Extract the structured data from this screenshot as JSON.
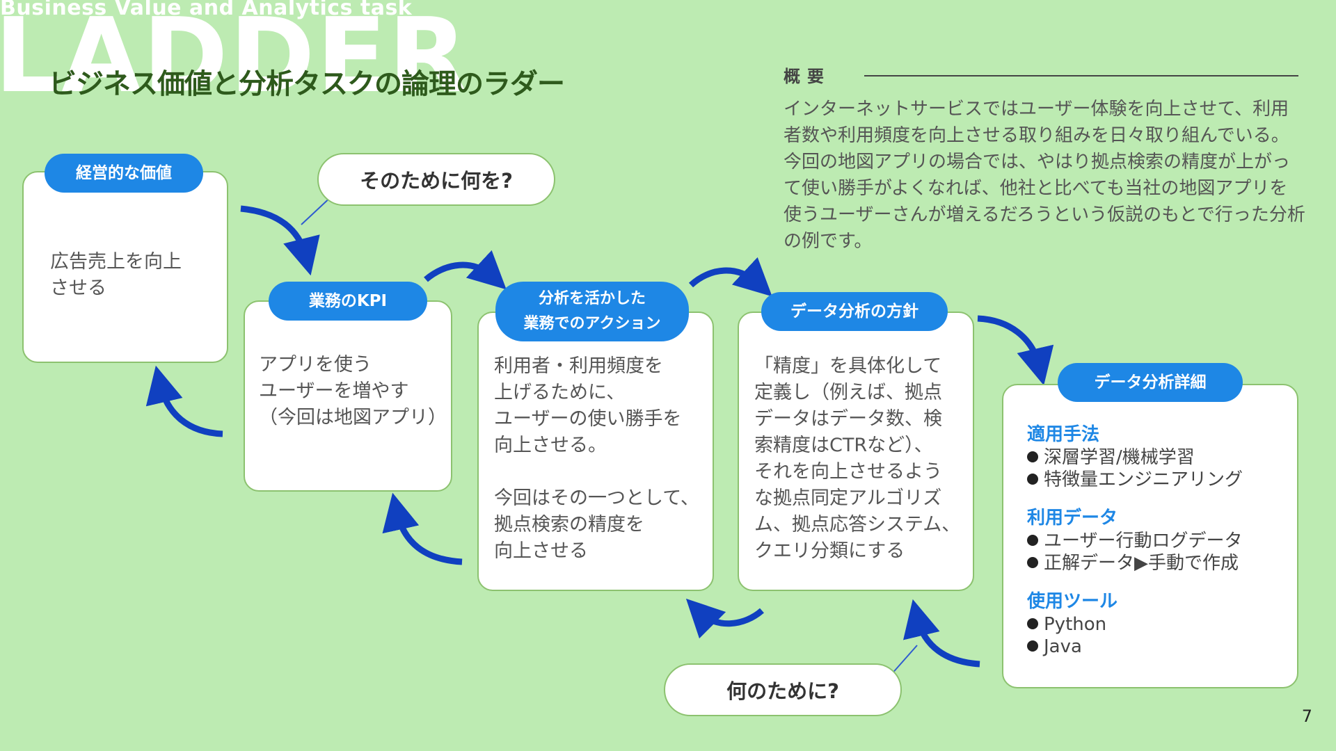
{
  "watermark": {
    "subtitle": "Business Value and Analytics task",
    "big": "LADDER"
  },
  "title": "ビジネス価値と分析タスクの論理のラダー",
  "overview": {
    "heading": "概要",
    "body": "インターネットサービスではユーザー体験を向上させて、利用者数や利用頻度を向上させる取り組みを日々取り組んでいる。今回の地図アプリの場合では、やはり拠点検索の精度が上がって使い勝手がよくなれば、他社と比べても当社の地図アプリを使うユーザーさんが増えるだろうという仮説のもとで行った分析の例です。"
  },
  "cards": {
    "value": {
      "label": "経営的な価値",
      "text": "広告売上を向上\nさせる"
    },
    "kpi": {
      "label": "業務のKPI",
      "text": "アプリを使う\nユーザーを増やす\n（今回は地図アプリ）"
    },
    "action": {
      "label": "分析を活かした\n業務でのアクション",
      "text": "利用者・利用頻度を\n上げるために、\nユーザーの使い勝手を\n向上させる。\n\n今回はその一つとして、\n拠点検索の精度を\n向上させる"
    },
    "policy": {
      "label": "データ分析の方針",
      "text": "「精度」を具体化して\n定義し（例えば、拠点\nデータはデータ数、検\n索精度はCTRなど）、\nそれを向上させるよう\nな拠点同定アルゴリズ\nム、拠点応答システム、\nクエリ分類にする"
    },
    "detail": {
      "label": "データ分析詳細",
      "sections": [
        {
          "heading": "適用手法",
          "items": [
            "深層学習/機械学習",
            "特徴量エンジニアリング"
          ]
        },
        {
          "heading": "利用データ",
          "items": [
            "ユーザー行動ログデータ",
            "正解データ▶手動で作成"
          ]
        },
        {
          "heading": "使用ツール",
          "items": [
            "Python",
            "Java"
          ]
        }
      ]
    }
  },
  "bubbles": {
    "top": "そのために何を?",
    "bottom": "何のために?"
  },
  "colors": {
    "background": "#bdebb2",
    "accent": "#1e87e5",
    "arrow": "#1040c0",
    "title": "#2e5a1c",
    "card_border": "#8cc26f"
  },
  "page_number": "7"
}
